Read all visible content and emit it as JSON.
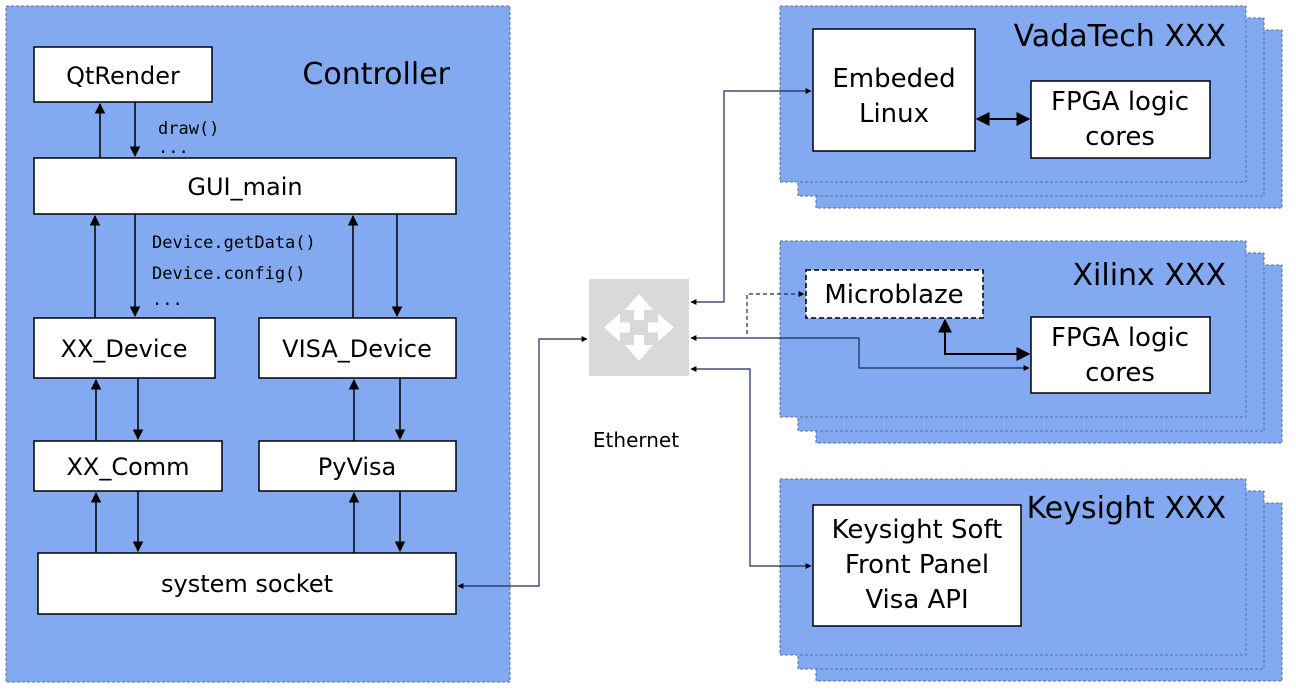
{
  "colors": {
    "panel_fill": "#83a9f0",
    "panel_border": "#5a6f9a",
    "box_fill": "#ffffff",
    "line": "#000000",
    "switch_fill": "#d9d9d9"
  },
  "controller": {
    "title": "Controller",
    "qtrender": "QtRender",
    "draw_call": "draw()",
    "draw_more": "...",
    "gui_main": "GUI_main",
    "get_data_call": "Device.getData()",
    "config_call": "Device.config()",
    "device_more": "...",
    "xx_device": "XX_Device",
    "visa_device": "VISA_Device",
    "xx_comm": "XX_Comm",
    "pyvisa": "PyVisa",
    "system_socket": "system socket"
  },
  "network": {
    "switch_label": "Ethernet",
    "switch_icon": "move-arrows-icon"
  },
  "vadatech": {
    "title": "VadaTech XXX",
    "embedded_line1": "Embeded",
    "embedded_line2": "Linux",
    "fpga_line1": "FPGA logic",
    "fpga_line2": "cores"
  },
  "xilinx": {
    "title": "Xilinx XXX",
    "microblaze": "Microblaze",
    "fpga_line1": "FPGA logic",
    "fpga_line2": "cores"
  },
  "keysight": {
    "title": "Keysight XXX",
    "line1": "Keysight Soft",
    "line2": "Front Panel",
    "line3": "Visa API"
  }
}
